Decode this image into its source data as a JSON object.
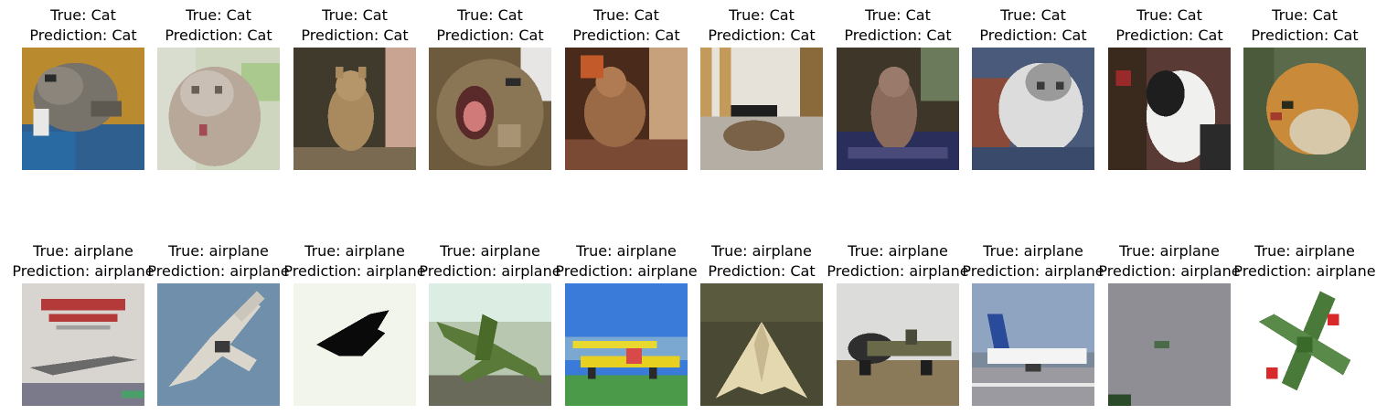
{
  "samples": [
    {
      "true": "True: Cat",
      "pred": "Prediction: Cat",
      "image": "cat-lying-on-blue-blanket"
    },
    {
      "true": "True: Cat",
      "pred": "Prediction: Cat",
      "image": "light-gray-cat-face"
    },
    {
      "true": "True: Cat",
      "pred": "Prediction: Cat",
      "image": "brown-cat-sitting"
    },
    {
      "true": "True: Cat",
      "pred": "Prediction: Cat",
      "image": "yawning-tabby-cat"
    },
    {
      "true": "True: Cat",
      "pred": "Prediction: Cat",
      "image": "cat-in-warm-room"
    },
    {
      "true": "True: Cat",
      "pred": "Prediction: Cat",
      "image": "cat-by-window"
    },
    {
      "true": "True: Cat",
      "pred": "Prediction: Cat",
      "image": "cat-on-cushion"
    },
    {
      "true": "True: Cat",
      "pred": "Prediction: Cat",
      "image": "white-cat-held"
    },
    {
      "true": "True: Cat",
      "pred": "Prediction: Cat",
      "image": "black-white-cat"
    },
    {
      "true": "True: Cat",
      "pred": "Prediction: Cat",
      "image": "orange-cat-face"
    },
    {
      "true": "True: airplane",
      "pred": "Prediction: airplane",
      "image": "concorde-poster"
    },
    {
      "true": "True: airplane",
      "pred": "Prediction: airplane",
      "image": "jet-fighter-sky"
    },
    {
      "true": "True: airplane",
      "pred": "Prediction: airplane",
      "image": "black-jet-white-bg"
    },
    {
      "true": "True: airplane",
      "pred": "Prediction: airplane",
      "image": "green-propeller-plane"
    },
    {
      "true": "True: airplane",
      "pred": "Prediction: airplane",
      "image": "yellow-biplane"
    },
    {
      "true": "True: airplane",
      "pred": "Prediction: Cat",
      "image": "flying-wing-over-ground"
    },
    {
      "true": "True: airplane",
      "pred": "Prediction: airplane",
      "image": "warbird-on-field"
    },
    {
      "true": "True: airplane",
      "pred": "Prediction: airplane",
      "image": "airliner-on-runway"
    },
    {
      "true": "True: airplane",
      "pred": "Prediction: airplane",
      "image": "distant-plane-gray-sky"
    },
    {
      "true": "True: airplane",
      "pred": "Prediction: airplane",
      "image": "green-fighter-red-roundel"
    }
  ]
}
